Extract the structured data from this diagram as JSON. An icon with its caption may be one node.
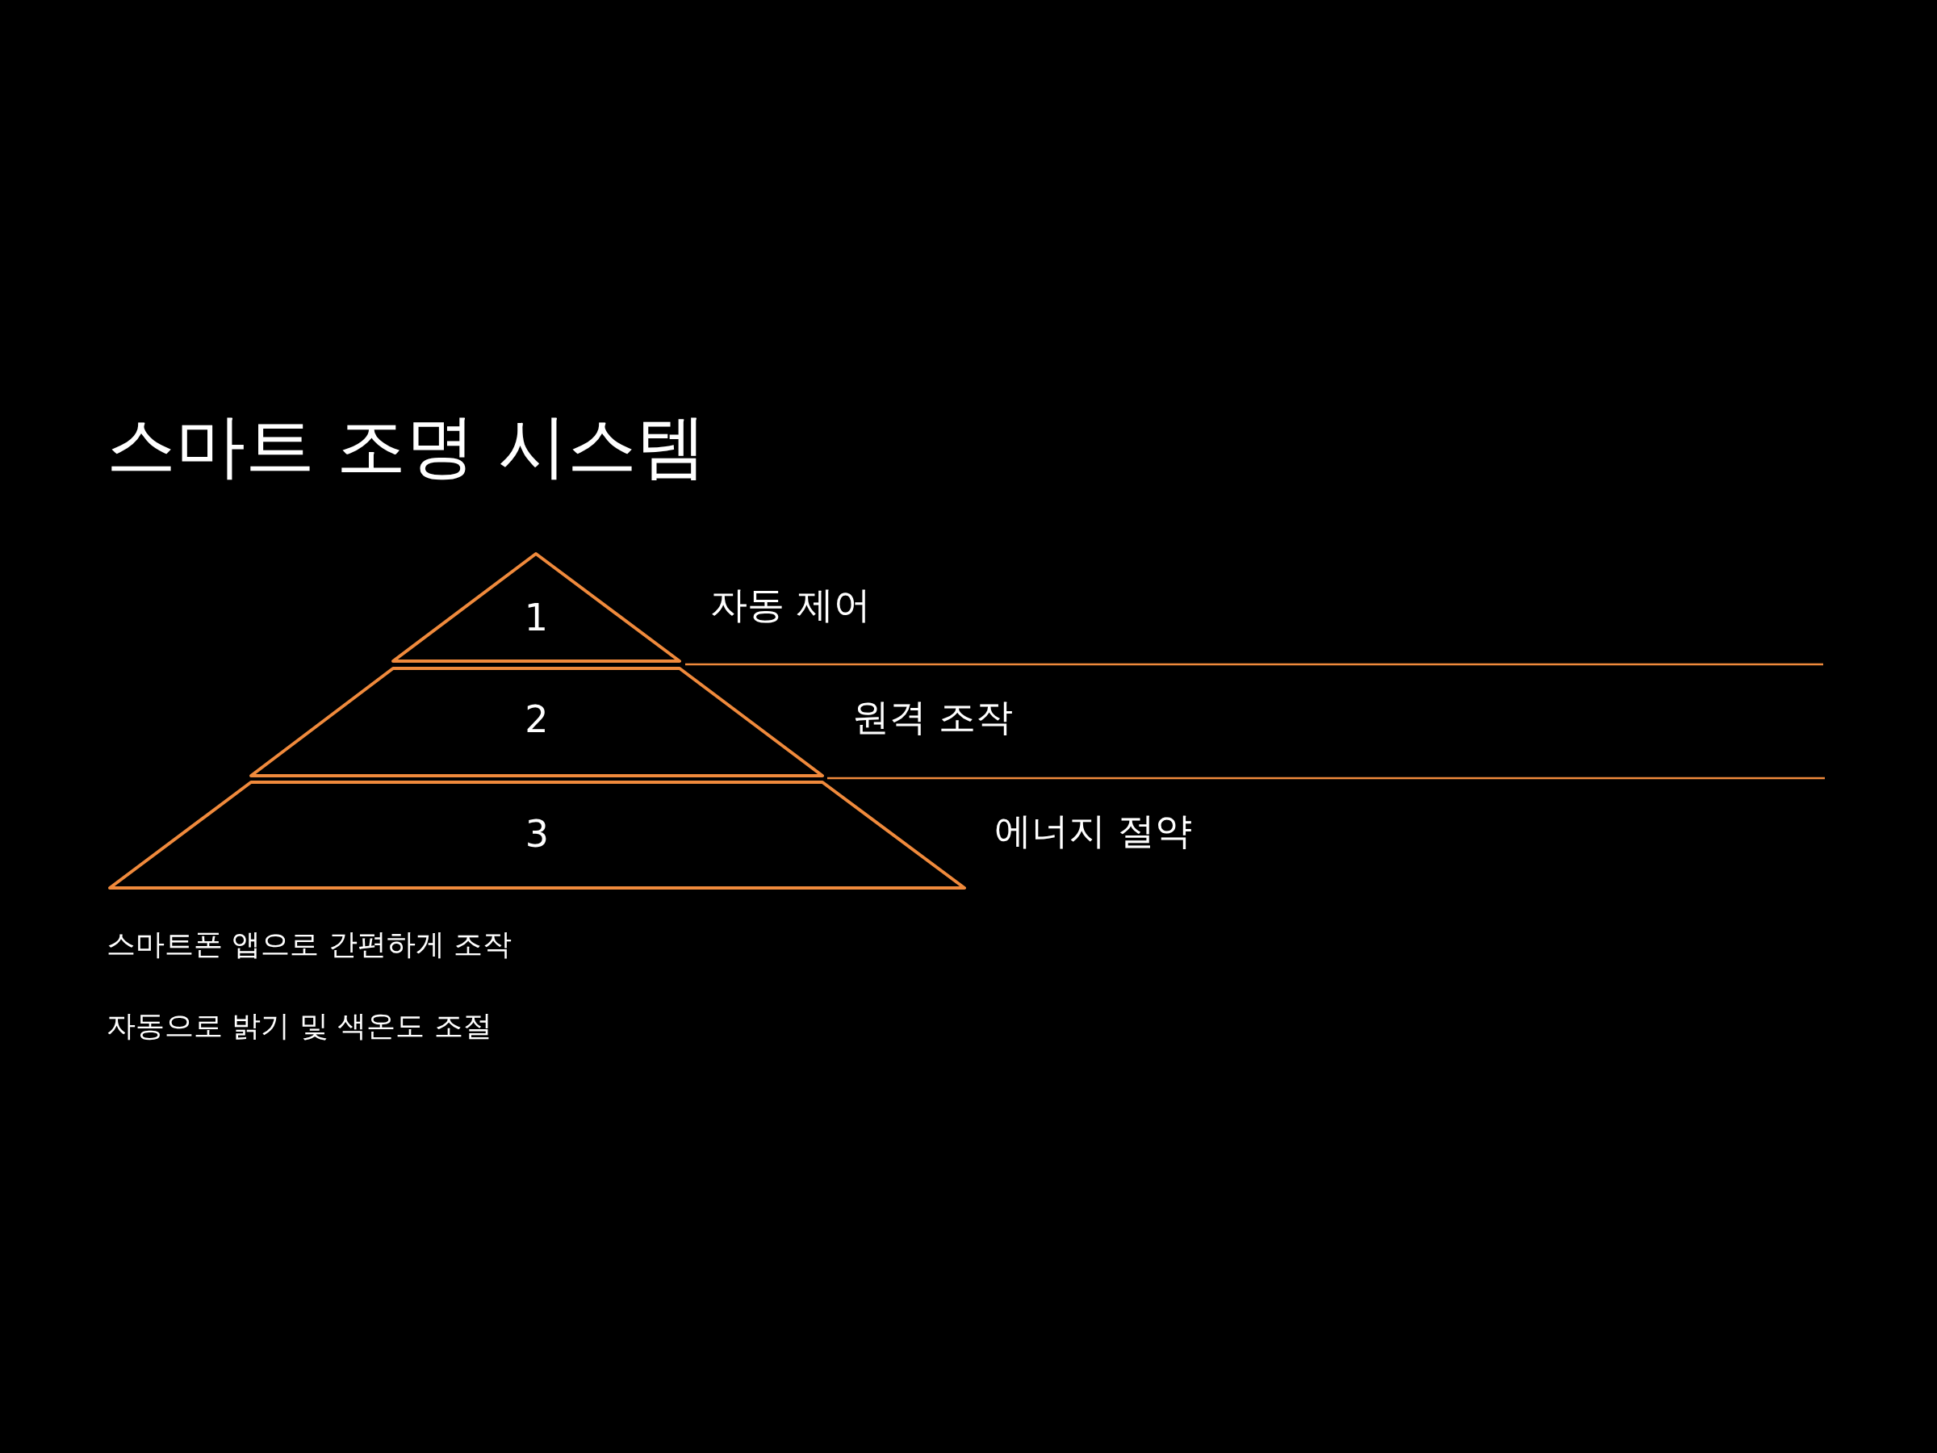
{
  "diagram": {
    "title": "스마트 조명 시스템",
    "nodes": [
      {
        "text": [
          "1"
        ],
        "beside": [
          "자동 제어"
        ]
      },
      {
        "text": [
          "2"
        ],
        "beside": [
          "원격 조작"
        ]
      },
      {
        "text": [
          "3"
        ],
        "beside": [
          "에너지 절약"
        ]
      }
    ],
    "labels": [
      "스마트폰 앱으로 간편하게 조작",
      "자동으로 밝기 및 색온도 조절"
    ]
  }
}
